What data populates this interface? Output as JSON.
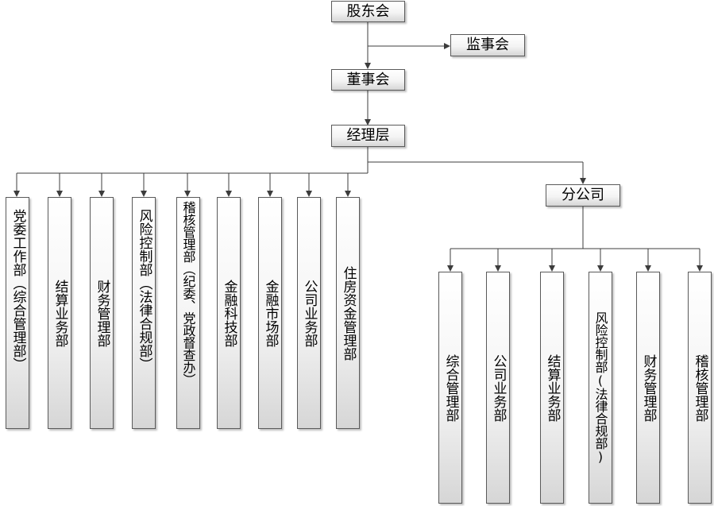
{
  "top": {
    "shareholders": "股东会",
    "supervisors": "监事会",
    "board": "董事会",
    "management": "经理层",
    "branch": "分公司"
  },
  "hq_departments": [
    "党委工作部（综合管理部）",
    "结算业务部",
    "财务管理部",
    "风险控制部（法律合规部）",
    "稽核管理部（纪委、党政督查办）",
    "金融科技部",
    "金融市场部",
    "公司业务部",
    "住房资金管理部"
  ],
  "branch_departments": [
    "综合管理部",
    "公司业务部",
    "结算业务部",
    "风险控制部(法律合规部)",
    "财务管理部",
    "稽核管理部"
  ],
  "colors": {
    "line": "#3c3c3c",
    "box_border": "#5a5a5a"
  }
}
